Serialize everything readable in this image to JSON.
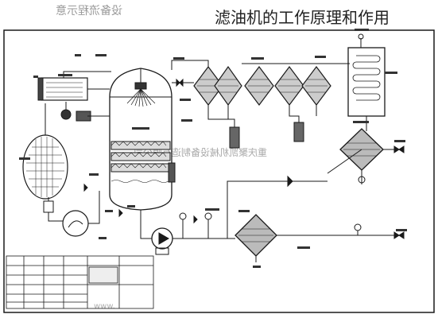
{
  "title": "滤油机的工作原理和作用",
  "watermark_top": "设备流程示意",
  "watermark_mid": "重庆聚凯机械设备制造有限公司",
  "watermark_bottom": "www.",
  "colors": {
    "line": "#1a1a1a",
    "fill_dark": "#333333",
    "background": "#ffffff"
  }
}
